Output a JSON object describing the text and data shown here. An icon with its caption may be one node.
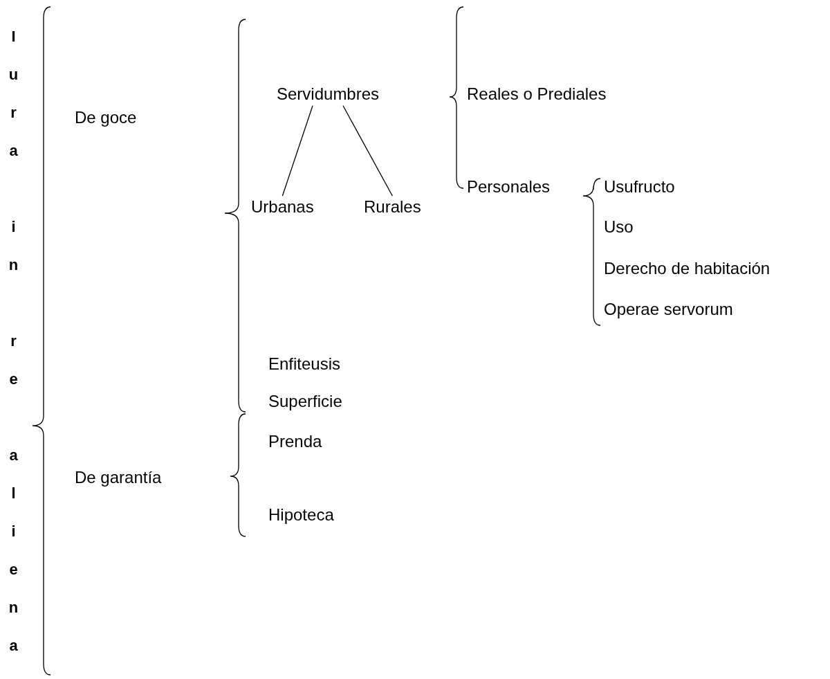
{
  "diagram": {
    "title": "Iura in re aliena",
    "nodes": [
      {
        "text": [
          "Servidumbres"
        ]
      },
      {
        "text": [
          "Urbanas"
        ]
      },
      {
        "text": [
          "Rurales"
        ]
      }
    ],
    "edges": [
      {
        "from": 0,
        "to": 1,
        "arrow": "none"
      },
      {
        "from": 0,
        "to": 2,
        "arrow": "none"
      }
    ],
    "labels": [
      "De goce",
      "Reales o Prediales",
      "Personales",
      "Usufructo",
      "Uso",
      "Derecho de habitación",
      "Operae servorum",
      "Enfiteusis",
      "Superficie",
      "Prenda",
      "De garantía",
      "Hipoteca"
    ]
  }
}
